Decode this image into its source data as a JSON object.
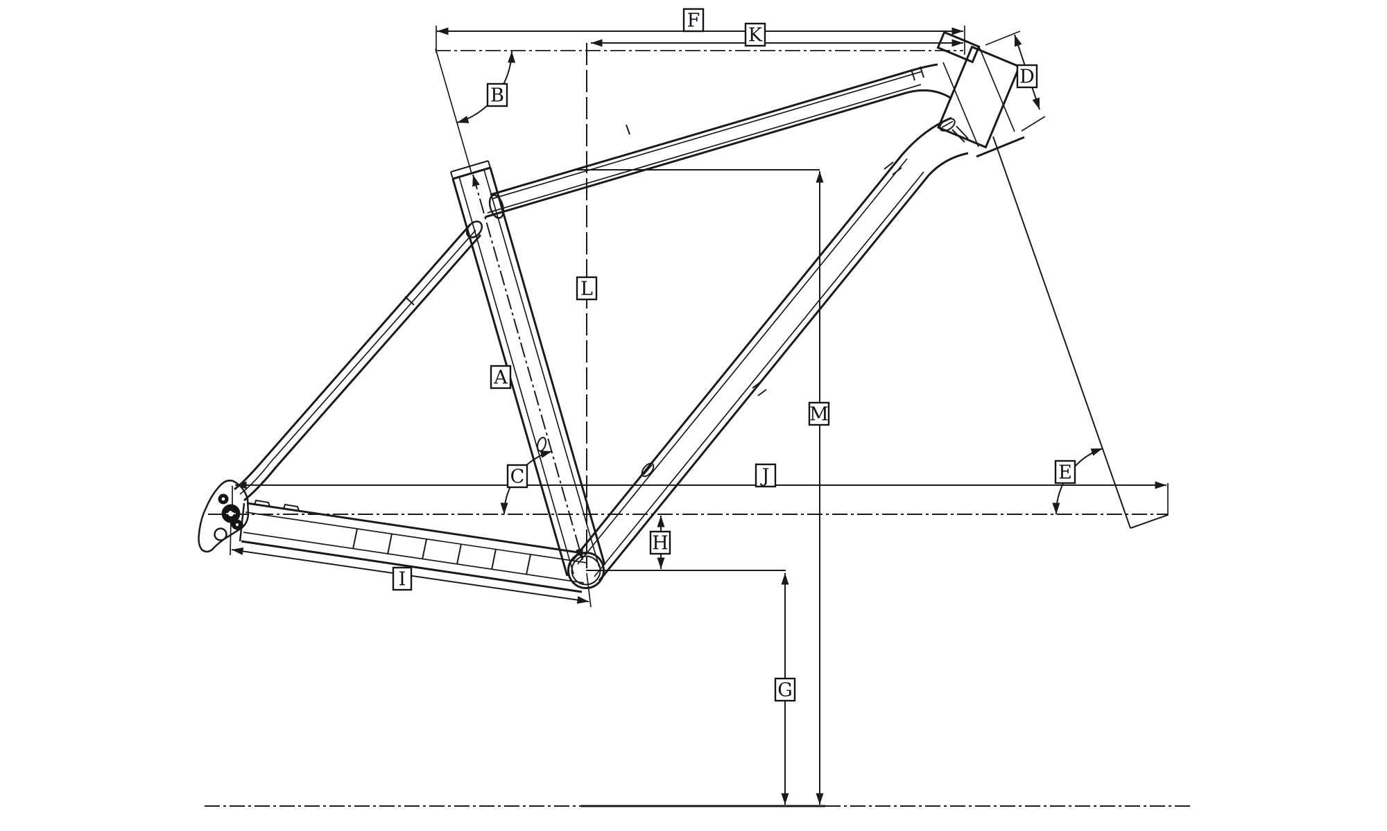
{
  "colors": {
    "background": "#ffffff",
    "line": "#1a1a1a",
    "label_text": "#101018",
    "label_box_fill": "#ffffff"
  },
  "labels": {
    "a": "A",
    "b": "B",
    "c": "C",
    "d": "D",
    "e": "E",
    "f": "F",
    "g": "G",
    "h": "H",
    "i": "I",
    "j": "J",
    "k": "K",
    "l": "L",
    "m": "M"
  }
}
